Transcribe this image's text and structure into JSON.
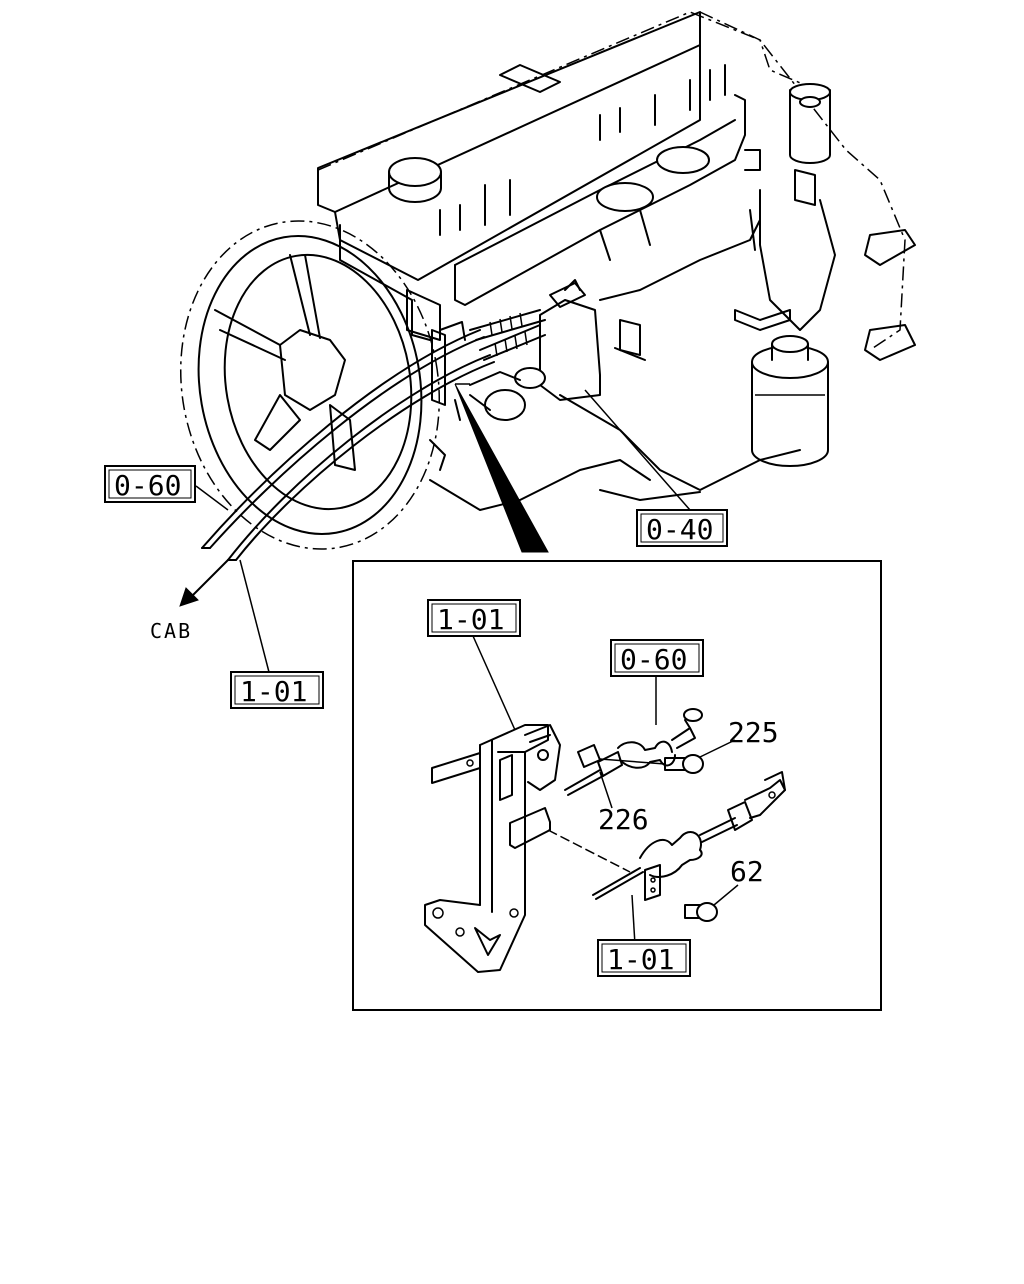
{
  "labels": {
    "ref_0_60_main": "0-60",
    "ref_0_40_main": "0-40",
    "ref_1_01_main": "1-01",
    "cab": "CAB",
    "ref_1_01_detail_top": "1-01",
    "ref_0_60_detail": "0-60",
    "ref_1_01_detail_bottom": "1-01",
    "part_225": "225",
    "part_226": "226",
    "part_62": "62"
  }
}
